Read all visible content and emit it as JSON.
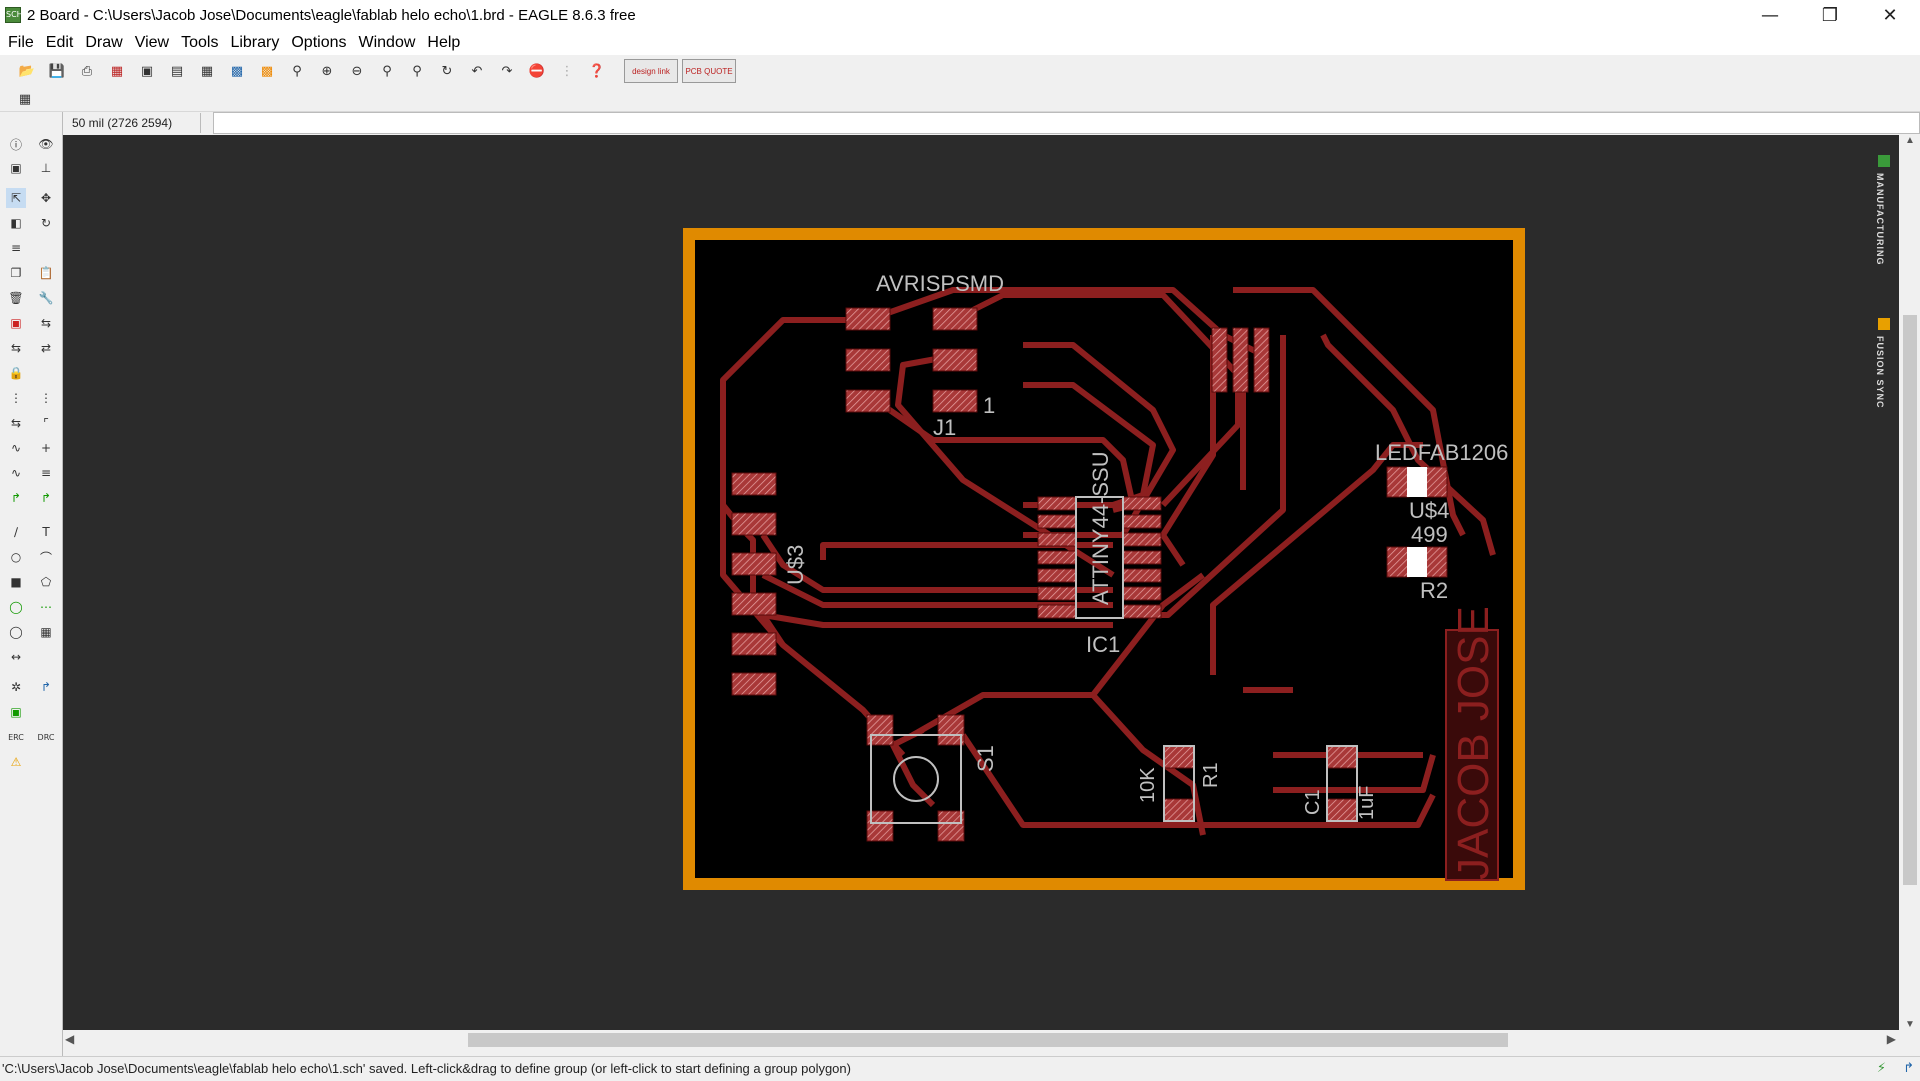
{
  "window": {
    "title": "2 Board - C:\\Users\\Jacob Jose\\Documents\\eagle\\fablab helo echo\\1.brd - EAGLE 8.6.3 free",
    "app_icon": "SCH"
  },
  "menu": [
    "File",
    "Edit",
    "Draw",
    "View",
    "Tools",
    "Library",
    "Options",
    "Window",
    "Help"
  ],
  "command": {
    "coordinates": "50 mil (2726 2594)",
    "input_value": ""
  },
  "side_tabs": [
    "MANUFACTURING",
    "FUSION SYNC"
  ],
  "board": {
    "labels": {
      "avr": "AVRISPSMD",
      "j1": "J1",
      "pin1": "1",
      "ic_value": "ATTINY44-SSU",
      "ic_name": "IC1",
      "u3": "U$3",
      "led_value": "LEDFAB1206",
      "u4": "U$4",
      "r2_value": "499",
      "r2": "R2",
      "s1": "S1",
      "r1_value": "10K",
      "r1": "R1",
      "c1": "C1",
      "c1_value": "1uF",
      "author": "JACOB JOSE"
    }
  },
  "status": "'C:\\Users\\Jacob Jose\\Documents\\eagle\\fablab helo echo\\1.sch' saved. Left-click&drag to define group (or left-click to start defining a group polygon)",
  "colors": {
    "canvas": "#2b2b2b",
    "board_outline": "#e08a00",
    "board_fill": "#000000",
    "trace": "#8c1f1f",
    "pad": "#a83838",
    "silk": "#c0c0c0"
  }
}
